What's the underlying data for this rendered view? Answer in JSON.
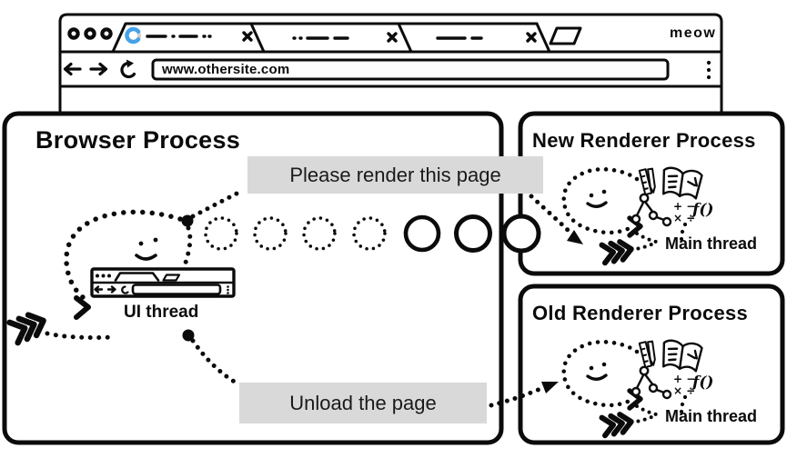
{
  "window": {
    "url": "www.othersite.com",
    "brand": "meow",
    "tab_count": 3,
    "icons": [
      "traffic-dots",
      "spinner",
      "tab-close",
      "new-tab",
      "back-arrow",
      "forward-arrow",
      "reload",
      "overflow-menu"
    ]
  },
  "boxes": {
    "browser": {
      "title": "Browser Process",
      "thread": "UI thread"
    },
    "new_renderer": {
      "title": "New Renderer Process",
      "thread": "Main thread"
    },
    "old_renderer": {
      "title": "Old Renderer Process",
      "thread": "Main thread"
    }
  },
  "messages": {
    "render": "Please render this page",
    "unload": "Unload the page"
  },
  "glyphs": {
    "math_top": "+ −",
    "math_bottom": "× ÷",
    "function": "f()"
  },
  "colors": {
    "ink": "#0b0b0b",
    "label_bg": "#d9d9d9",
    "spinner_blue": "#45a2e8",
    "spinner_track": "#cfcfcf"
  }
}
